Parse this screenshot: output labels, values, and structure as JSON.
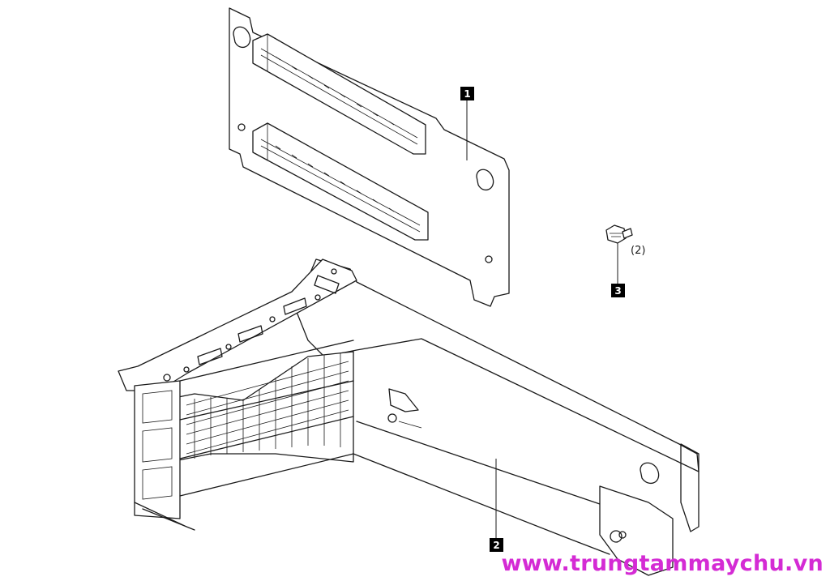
{
  "callouts": [
    {
      "number": "1"
    },
    {
      "number": "2"
    },
    {
      "number": "3"
    }
  ],
  "screw_quantity": "(2)",
  "watermark": "www.trungtammaychu.vn",
  "colors": {
    "line": "#1a1a1a",
    "callout_background": "#000000",
    "callout_text": "#ffffff",
    "watermark": "#d42bd4"
  }
}
